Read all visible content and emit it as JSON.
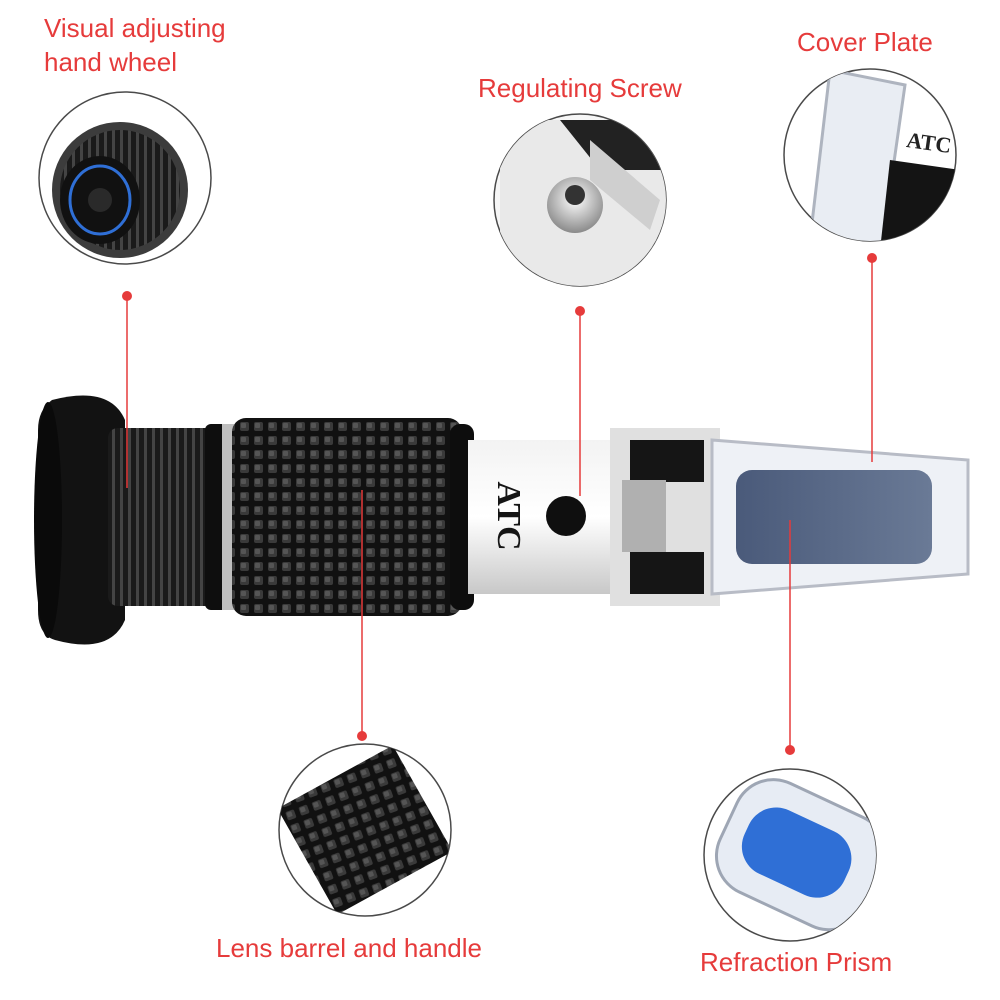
{
  "colors": {
    "label": "#e63b3b",
    "leader": "#e63b3b",
    "body_black": "#151515",
    "metal": "#d9d9d9",
    "prism_blue": "#2f6fd6"
  },
  "callouts": {
    "hand_wheel": {
      "line1": "Visual adjusting",
      "line2": "hand wheel",
      "icon": "hand-wheel"
    },
    "regulating_screw": {
      "text": "Regulating Screw",
      "icon": "screw"
    },
    "cover_plate": {
      "text": "Cover Plate",
      "icon": "cover-plate"
    },
    "lens_barrel": {
      "text": "Lens barrel and handle",
      "icon": "handle-grip"
    },
    "refraction_prism": {
      "text": "Refraction Prism",
      "icon": "prism"
    }
  },
  "device": {
    "body_marking": "ATC",
    "cover_marking": "ATC"
  }
}
